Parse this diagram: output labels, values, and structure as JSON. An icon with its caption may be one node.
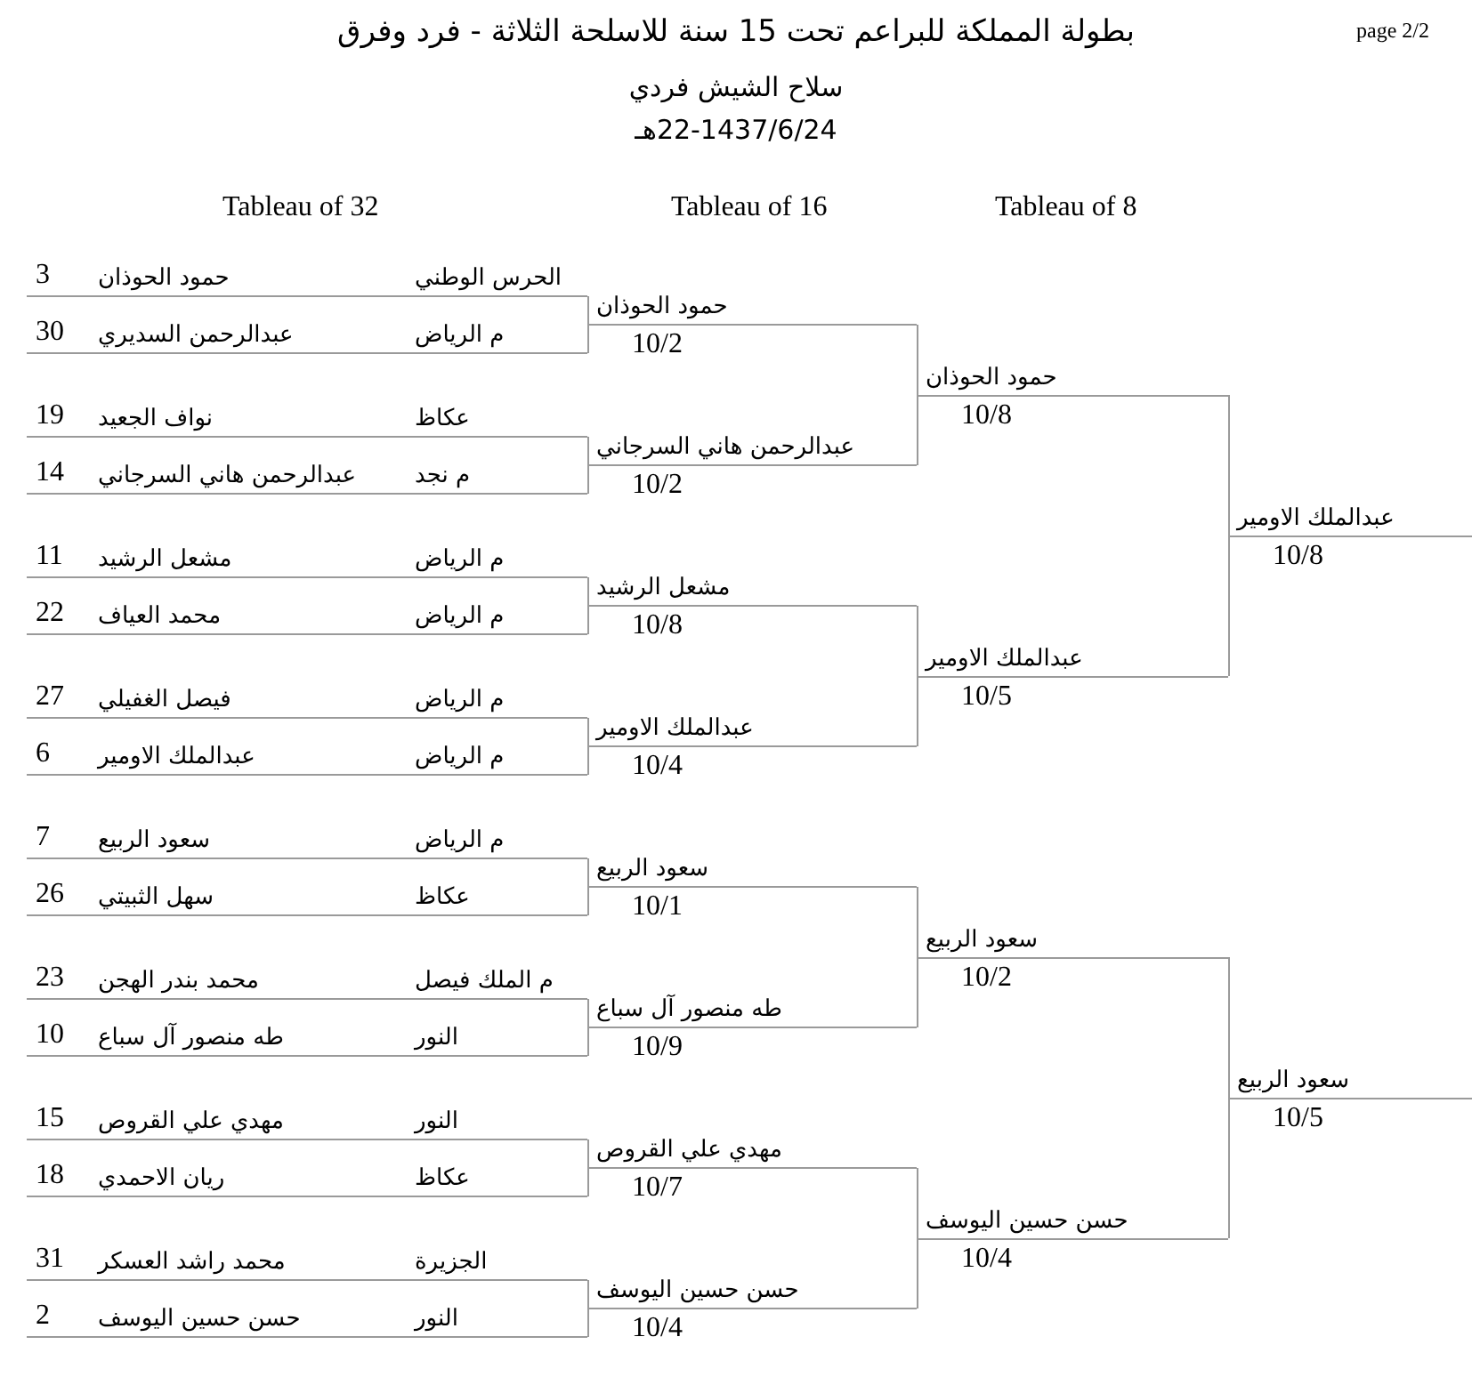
{
  "diagram": {
    "title": "بطولة المملكة للبراعم تحت 15 سنة للاسلحة الثلاثة - فرد وفرق",
    "labels": [
      "page 2/2",
      "سلاح الشيش فردي",
      "22-1437/6/24هـ",
      "Tableau of 32",
      "Tableau of 16",
      "Tableau of 8"
    ],
    "nodes": [
      {
        "text": [
          "الحرس الوطني",
          "حمود الحوذان",
          "3"
        ]
      },
      {
        "text": [
          "م الرياض",
          "عبدالرحمن السديري",
          "30"
        ]
      },
      {
        "text": [
          "عكاظ",
          "نواف الجعيد",
          "19"
        ]
      },
      {
        "text": [
          "م نجد",
          "عبدالرحمن هاني السرجاني",
          "14"
        ]
      },
      {
        "text": [
          "م الرياض",
          "مشعل الرشيد",
          "11"
        ]
      },
      {
        "text": [
          "م الرياض",
          "محمد العياف",
          "22"
        ]
      },
      {
        "text": [
          "م الرياض",
          "فيصل الغفيلي",
          "27"
        ]
      },
      {
        "text": [
          "م الرياض",
          "عبدالملك الاومير",
          "6"
        ]
      },
      {
        "text": [
          "م الرياض",
          "سعود الربيع",
          "7"
        ]
      },
      {
        "text": [
          "عكاظ",
          "سهل الثبيتي",
          "26"
        ]
      },
      {
        "text": [
          "م الملك فيصل",
          "محمد بندر الهجن",
          "23"
        ]
      },
      {
        "text": [
          "النور",
          "طه منصور آل سباع",
          "10"
        ]
      },
      {
        "text": [
          "النور",
          "مهدي علي القروص",
          "15"
        ]
      },
      {
        "text": [
          "عكاظ",
          "ريان الاحمدي",
          "18"
        ]
      },
      {
        "text": [
          "الجزيرة",
          "محمد راشد العسكر",
          "31"
        ]
      },
      {
        "text": [
          "النور",
          "حسن حسين اليوسف",
          "2"
        ]
      },
      {
        "text": [
          "حمود الحوذان"
        ],
        "beside": [
          "10/2"
        ]
      },
      {
        "text": [
          "عبدالرحمن هاني السرجاني"
        ],
        "beside": [
          "10/2"
        ]
      },
      {
        "text": [
          "مشعل الرشيد"
        ],
        "beside": [
          "10/8"
        ]
      },
      {
        "text": [
          "عبدالملك الاومير"
        ],
        "beside": [
          "10/4"
        ]
      },
      {
        "text": [
          "سعود الربيع"
        ],
        "beside": [
          "10/1"
        ]
      },
      {
        "text": [
          "طه منصور آل سباع"
        ],
        "beside": [
          "10/9"
        ]
      },
      {
        "text": [
          "مهدي علي القروص"
        ],
        "beside": [
          "10/7"
        ]
      },
      {
        "text": [
          "حسن حسين اليوسف"
        ],
        "beside": [
          "10/4"
        ]
      },
      {
        "text": [
          "حمود الحوذان"
        ],
        "beside": [
          "10/8"
        ]
      },
      {
        "text": [
          "عبدالملك الاومير"
        ],
        "beside": [
          "10/5"
        ]
      },
      {
        "text": [
          "سعود الربيع"
        ],
        "beside": [
          "10/2"
        ]
      },
      {
        "text": [
          "حسن حسين اليوسف"
        ],
        "beside": [
          "10/4"
        ]
      },
      {
        "text": [
          "عبدالملك الاومير"
        ],
        "beside": [
          "10/8"
        ]
      },
      {
        "text": [
          "سعود الربيع"
        ],
        "beside": [
          "10/5"
        ]
      }
    ],
    "edges": [
      {
        "from": 0,
        "to": 16,
        "arrow": "none"
      },
      {
        "from": 1,
        "to": 16,
        "arrow": "none"
      },
      {
        "from": 2,
        "to": 17,
        "arrow": "none"
      },
      {
        "from": 3,
        "to": 17,
        "arrow": "none"
      },
      {
        "from": 4,
        "to": 18,
        "arrow": "none"
      },
      {
        "from": 5,
        "to": 18,
        "arrow": "none"
      },
      {
        "from": 6,
        "to": 19,
        "arrow": "none"
      },
      {
        "from": 7,
        "to": 19,
        "arrow": "none"
      },
      {
        "from": 8,
        "to": 20,
        "arrow": "none"
      },
      {
        "from": 9,
        "to": 20,
        "arrow": "none"
      },
      {
        "from": 10,
        "to": 21,
        "arrow": "none"
      },
      {
        "from": 11,
        "to": 21,
        "arrow": "none"
      },
      {
        "from": 12,
        "to": 22,
        "arrow": "none"
      },
      {
        "from": 13,
        "to": 22,
        "arrow": "none"
      },
      {
        "from": 14,
        "to": 23,
        "arrow": "none"
      },
      {
        "from": 15,
        "to": 23,
        "arrow": "none"
      },
      {
        "from": 16,
        "to": 24,
        "arrow": "none"
      },
      {
        "from": 17,
        "to": 24,
        "arrow": "none"
      },
      {
        "from": 18,
        "to": 25,
        "arrow": "none"
      },
      {
        "from": 19,
        "to": 25,
        "arrow": "none"
      },
      {
        "from": 20,
        "to": 26,
        "arrow": "none"
      },
      {
        "from": 21,
        "to": 26,
        "arrow": "none"
      },
      {
        "from": 22,
        "to": 27,
        "arrow": "none"
      },
      {
        "from": 23,
        "to": 27,
        "arrow": "none"
      },
      {
        "from": 24,
        "to": 28,
        "arrow": "none"
      },
      {
        "from": 25,
        "to": 28,
        "arrow": "none"
      },
      {
        "from": 26,
        "to": 29,
        "arrow": "none"
      },
      {
        "from": 27,
        "to": 29,
        "arrow": "none"
      }
    ]
  }
}
